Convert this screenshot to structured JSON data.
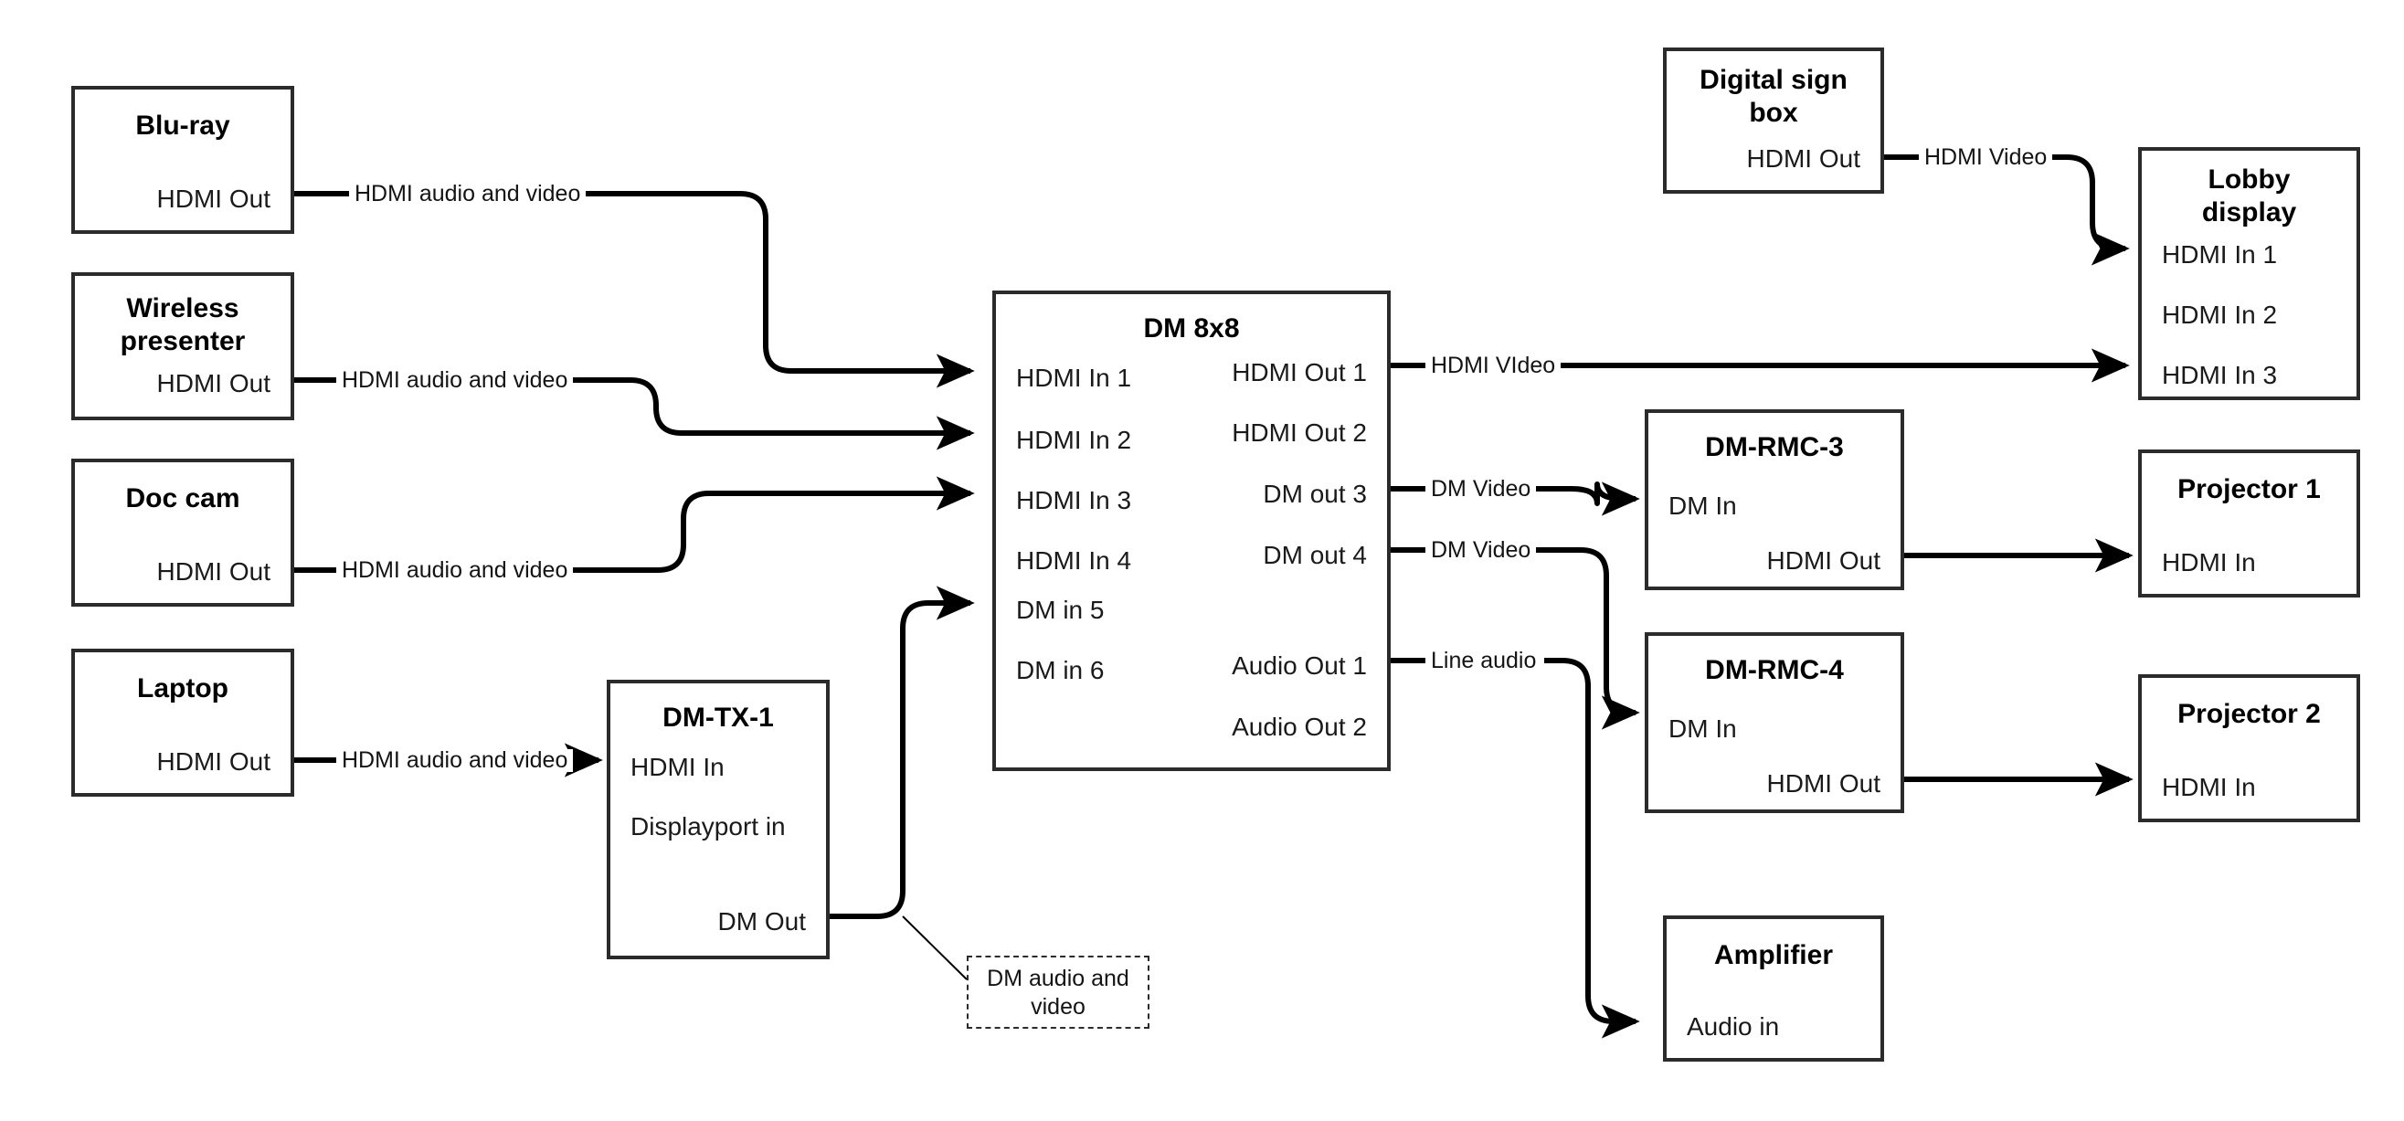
{
  "diagram": {
    "title": "AV signal flow diagram",
    "stroke_color": "#2b2b2b",
    "wire_color": "#000000",
    "background": "#ffffff"
  },
  "nodes": [
    {
      "id": "bluray",
      "title": "Blu-ray",
      "ports_left": [],
      "ports_right": [
        "HDMI Out"
      ]
    },
    {
      "id": "wireless-presenter",
      "title": "Wireless\npresenter",
      "ports_left": [],
      "ports_right": [
        "HDMI Out"
      ]
    },
    {
      "id": "doc-cam",
      "title": "Doc cam",
      "ports_left": [],
      "ports_right": [
        "HDMI Out"
      ]
    },
    {
      "id": "laptop",
      "title": "Laptop",
      "ports_left": [],
      "ports_right": [
        "HDMI Out"
      ]
    },
    {
      "id": "dm-tx-1",
      "title": "DM-TX-1",
      "ports_left": [
        "HDMI In",
        "Displayport in"
      ],
      "ports_right": [
        "DM Out"
      ]
    },
    {
      "id": "dm-8x8",
      "title": "DM 8x8",
      "ports_left": [
        "HDMI In 1",
        "HDMI In 2",
        "HDMI In 3",
        "HDMI In 4",
        "DM in 5",
        "DM in 6"
      ],
      "ports_right": [
        "HDMI Out 1",
        "HDMI Out 2",
        "DM out 3",
        "DM out 4",
        "Audio Out 1",
        "Audio Out 2"
      ]
    },
    {
      "id": "digital-sign-box",
      "title": "Digital sign\nbox",
      "ports_left": [],
      "ports_right": [
        "HDMI Out"
      ]
    },
    {
      "id": "lobby-display",
      "title": "Lobby\ndisplay",
      "ports_left": [
        "HDMI In 1",
        "HDMI In 2",
        "HDMI In 3"
      ],
      "ports_right": []
    },
    {
      "id": "dm-rmc-3",
      "title": "DM-RMC-3",
      "ports_left": [
        "DM In"
      ],
      "ports_right": [
        "HDMI Out"
      ]
    },
    {
      "id": "dm-rmc-4",
      "title": "DM-RMC-4",
      "ports_left": [
        "DM In"
      ],
      "ports_right": [
        "HDMI Out"
      ]
    },
    {
      "id": "projector-1",
      "title": "Projector 1",
      "ports_left": [
        "HDMI In"
      ],
      "ports_right": []
    },
    {
      "id": "projector-2",
      "title": "Projector 2",
      "ports_left": [
        "HDMI In"
      ],
      "ports_right": []
    },
    {
      "id": "amplifier",
      "title": "Amplifier",
      "ports_left": [
        "Audio in"
      ],
      "ports_right": []
    }
  ],
  "node_titles": {
    "bluray": "Blu-ray",
    "wireless_presenter_line1": "Wireless",
    "wireless_presenter_line2": "presenter",
    "doc_cam": "Doc cam",
    "laptop": "Laptop",
    "dm_tx_1": "DM-TX-1",
    "dm_8x8": "DM 8x8",
    "digital_sign_line1": "Digital sign",
    "digital_sign_line2": "box",
    "lobby_line1": "Lobby",
    "lobby_line2": "display",
    "dm_rmc_3": "DM-RMC-3",
    "dm_rmc_4": "DM-RMC-4",
    "projector_1": "Projector 1",
    "projector_2": "Projector 2",
    "amplifier": "Amplifier"
  },
  "ports": {
    "bluray_hdmi_out": "HDMI Out",
    "wireless_hdmi_out": "HDMI Out",
    "doccam_hdmi_out": "HDMI Out",
    "laptop_hdmi_out": "HDMI Out",
    "tx_hdmi_in": "HDMI In",
    "tx_displayport_in": "Displayport in",
    "tx_dm_out": "DM Out",
    "dm_in_1": "HDMI In 1",
    "dm_in_2": "HDMI In 2",
    "dm_in_3": "HDMI In 3",
    "dm_in_4": "HDMI In 4",
    "dm_in_5": "DM in 5",
    "dm_in_6": "DM in 6",
    "dm_out_1": "HDMI Out 1",
    "dm_out_2": "HDMI Out 2",
    "dm_out_3": "DM out 3",
    "dm_out_4": "DM out 4",
    "dm_audio_out_1": "Audio Out 1",
    "dm_audio_out_2": "Audio Out 2",
    "sign_hdmi_out": "HDMI Out",
    "lobby_hdmi_in_1": "HDMI In 1",
    "lobby_hdmi_in_2": "HDMI In 2",
    "lobby_hdmi_in_3": "HDMI In 3",
    "rmc3_dm_in": "DM In",
    "rmc3_hdmi_out": "HDMI Out",
    "rmc4_dm_in": "DM In",
    "rmc4_hdmi_out": "HDMI Out",
    "projector1_hdmi_in": "HDMI In",
    "projector2_hdmi_in": "HDMI In",
    "amplifier_audio_in": "Audio in"
  },
  "edges": [
    {
      "id": "bluray-to-dm-in1",
      "label": "HDMI audio and video",
      "from": "bluray.HDMI Out",
      "to": "dm-8x8.HDMI In 1"
    },
    {
      "id": "wireless-to-dm-in2",
      "label": "HDMI audio and video",
      "from": "wireless-presenter.HDMI Out",
      "to": "dm-8x8.HDMI In 2"
    },
    {
      "id": "doccam-to-dm-in3",
      "label": "HDMI audio and video",
      "from": "doc-cam.HDMI Out",
      "to": "dm-8x8.HDMI In 3"
    },
    {
      "id": "laptop-to-tx-hdmi-in",
      "label": "HDMI audio and video",
      "from": "laptop.HDMI Out",
      "to": "dm-tx-1.HDMI In"
    },
    {
      "id": "tx-to-dm-in5",
      "label": "DM audio and video",
      "from": "dm-tx-1.DM Out",
      "to": "dm-8x8.DM in 5"
    },
    {
      "id": "dm-out1-to-lobby-in3",
      "label": "HDMI VIdeo",
      "from": "dm-8x8.HDMI Out 1",
      "to": "lobby-display.HDMI In 3"
    },
    {
      "id": "dm-out3-to-rmc3",
      "label": "DM Video",
      "from": "dm-8x8.DM out 3",
      "to": "dm-rmc-3.DM In"
    },
    {
      "id": "dm-out4-to-rmc4",
      "label": "DM Video",
      "from": "dm-8x8.DM out 4",
      "to": "dm-rmc-4.DM In"
    },
    {
      "id": "dm-audio1-to-amp",
      "label": "Line audio",
      "from": "dm-8x8.Audio Out 1",
      "to": "amplifier.Audio in"
    },
    {
      "id": "sign-to-lobby-in1",
      "label": "HDMI Video",
      "from": "digital-sign-box.HDMI Out",
      "to": "lobby-display.HDMI In 1"
    },
    {
      "id": "rmc3-to-projector1",
      "label": "",
      "from": "dm-rmc-3.HDMI Out",
      "to": "projector-1.HDMI In"
    },
    {
      "id": "rmc4-to-projector2",
      "label": "",
      "from": "dm-rmc-4.HDMI Out",
      "to": "projector-2.HDMI In"
    }
  ],
  "edge_labels": {
    "bluray": "HDMI audio and video",
    "wireless": "HDMI audio and video",
    "doccam": "HDMI audio and video",
    "laptop": "HDMI audio and video",
    "sign_to_lobby": "HDMI Video",
    "dm_out1": "HDMI VIdeo",
    "dm_out3": "DM Video",
    "dm_out4": "DM Video",
    "audio_out1": "Line audio"
  },
  "callout": {
    "line1": "DM audio and",
    "line2": "video"
  }
}
